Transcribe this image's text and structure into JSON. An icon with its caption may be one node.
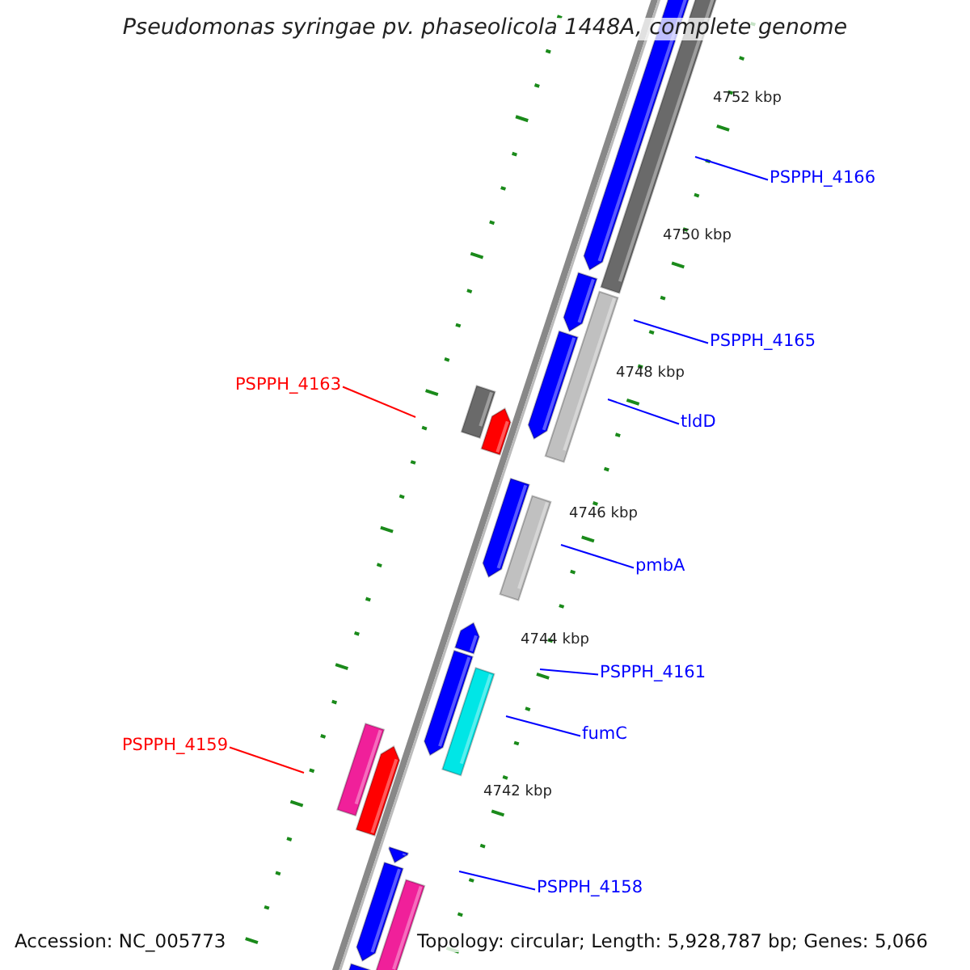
{
  "diagram": {
    "title": "Pseudomonas syringae pv. phaseolicola 1448A, complete genome",
    "nodes": [
      {
        "text": [
          "PSPPH_4166"
        ]
      },
      {
        "text": [
          "PSPPH_4165"
        ]
      },
      {
        "text": [
          "PSPPH_4163"
        ]
      },
      {
        "text": [
          "tldD"
        ]
      },
      {
        "text": [
          "pmbA"
        ]
      },
      {
        "text": [
          "PSPPH_4161"
        ]
      },
      {
        "text": [
          "fumC"
        ]
      },
      {
        "text": [
          "PSPPH_4159"
        ]
      },
      {
        "text": [
          "PSPPH_4158"
        ]
      }
    ],
    "edges": [
      {
        "from": 0,
        "to": null,
        "arrow": "none"
      },
      {
        "from": 1,
        "to": null,
        "arrow": "none"
      },
      {
        "from": 2,
        "to": null,
        "arrow": "none",
        "color": "#ff0000"
      },
      {
        "from": 3,
        "to": null,
        "arrow": "none"
      },
      {
        "from": 4,
        "to": null,
        "arrow": "none"
      },
      {
        "from": 5,
        "to": null,
        "arrow": "none"
      },
      {
        "from": 6,
        "to": null,
        "arrow": "none"
      },
      {
        "from": 7,
        "to": null,
        "arrow": "none",
        "color": "#ff0000"
      },
      {
        "from": 8,
        "to": null,
        "arrow": "none"
      }
    ],
    "labels": [
      "4752 kbp",
      "4750 kbp",
      "4748 kbp",
      "4746 kbp",
      "4744 kbp",
      "4742 kbp",
      "Accession: NC_005773",
      "Topology: circular; Length: 5,928,787 bp; Genes: 5,066"
    ]
  }
}
